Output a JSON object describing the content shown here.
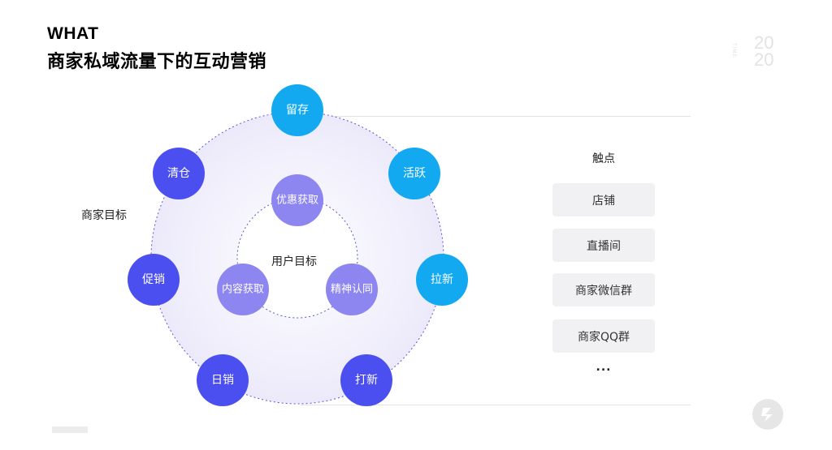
{
  "header": {
    "title_en": "WHAT",
    "title_cn": "商家私域流量下的互动营销",
    "year_top": "20",
    "year_bottom": "20",
    "year_caption": "TIME"
  },
  "diagram": {
    "merchant_goal_label": "商家目标",
    "user_goal_label": "用户目标",
    "outer_nodes": [
      {
        "label": "留存",
        "color": "#12a9f0"
      },
      {
        "label": "活跃",
        "color": "#12a9f0"
      },
      {
        "label": "拉新",
        "color": "#12a9f0"
      },
      {
        "label": "打新",
        "color": "#4c4ff0"
      },
      {
        "label": "日销",
        "color": "#4c4ff0"
      },
      {
        "label": "促销",
        "color": "#4c4ff0"
      },
      {
        "label": "清仓",
        "color": "#4c4ff0"
      }
    ],
    "inner_nodes": [
      {
        "label": "优惠获取",
        "color": "#8d86f0"
      },
      {
        "label": "精神认同",
        "color": "#8d86f0"
      },
      {
        "label": "内容获取",
        "color": "#8d86f0"
      }
    ]
  },
  "touchpoints": {
    "title": "触点",
    "items": [
      "店铺",
      "直播间",
      "商家微信群",
      "商家QQ群"
    ],
    "more": "..."
  },
  "colors": {
    "cyan": "#12a9f0",
    "indigo": "#4c4ff0",
    "inner": "#8d86f0",
    "ring_fill": "#f1f0fb"
  }
}
